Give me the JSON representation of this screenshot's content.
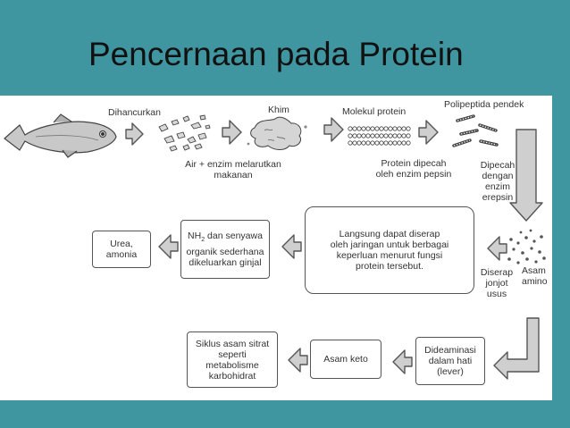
{
  "title": "Pencernaan pada Protein",
  "labels": {
    "dihancurkan": "Dihancurkan",
    "khim": "Khim",
    "molekul": "Molekul protein",
    "polipeptida": "Polipeptida pendek",
    "air": "Air + enzim melarutkan\nmakanan",
    "pepsin": "Protein dipecah\noleh enzim pepsin",
    "erepsin": "Dipecah\ndengan\nenzim\nerepsin",
    "asam": "Asam\namino",
    "diserap": "Diserap\njonjot\nusus"
  },
  "boxes": {
    "langsung": "Langsung dapat diserap\noleh jaringan untuk berbagai\nkeperluan menurut fungsi\nprotein tersebut.",
    "nh2_pre": "NH",
    "nh2_sub": "2",
    "nh2_post": " dan senyawa\norganik sederhana\ndikeluarkan ginjal",
    "urea": "Urea,\namonia",
    "deaminasi": "Dideaminasi\ndalam hati\n(lever)",
    "keto": "Asam keto",
    "siklus": "Siklus asam sitrat\nseperti\nmetabolisme\nkarbohidrat"
  },
  "colors": {
    "background": "#3f96a1",
    "panel": "#ffffff",
    "arrow": "#cfcfcf",
    "outline": "#555555"
  }
}
